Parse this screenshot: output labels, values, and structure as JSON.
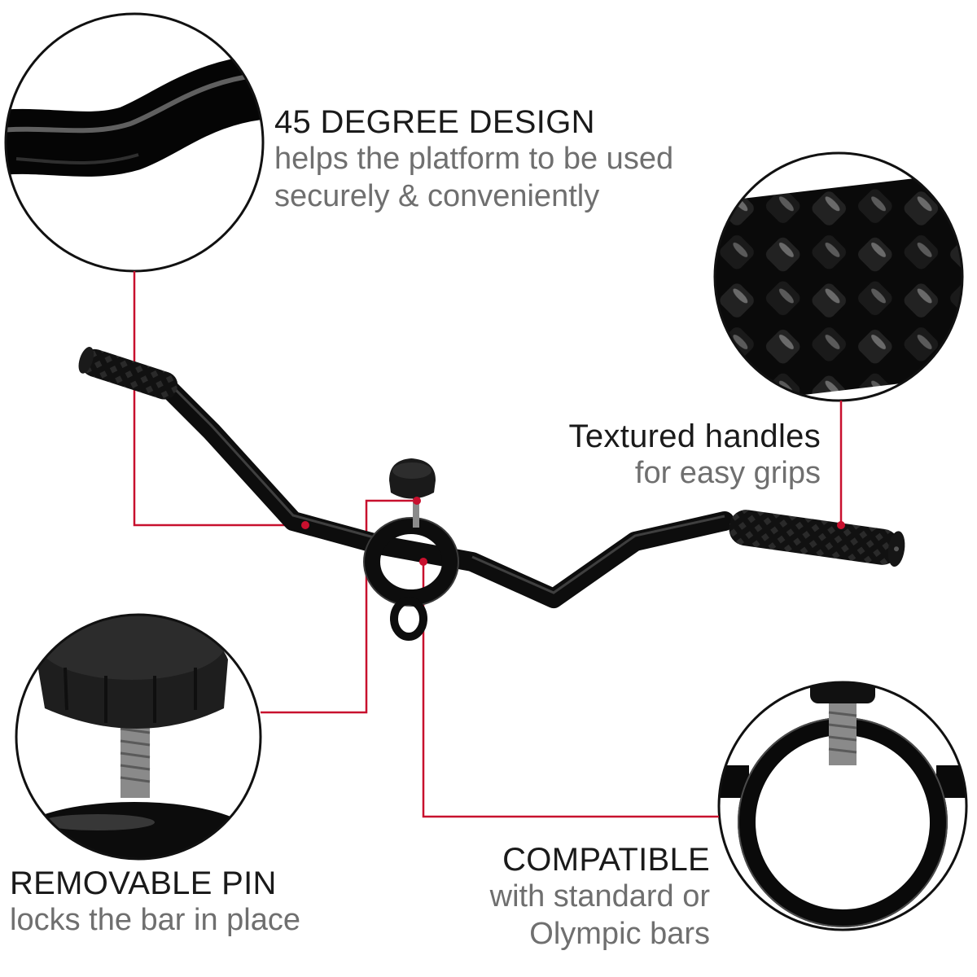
{
  "colors": {
    "accent": "#c8102e",
    "bar": "#0d0d0d",
    "title": "#1a1a1a",
    "description": "#6f6f6f",
    "background": "#ffffff"
  },
  "features": {
    "degree": {
      "title": "45 DEGREE DESIGN",
      "line1": "helps the platform to be used",
      "line2": "securely & conveniently"
    },
    "handles": {
      "title": "Textured handles",
      "line1": "for easy grips"
    },
    "pin": {
      "title": "REMOVABLE PIN",
      "line1": "locks the bar in place"
    },
    "compatible": {
      "title": "COMPATIBLE",
      "line1": "with standard or",
      "line2": "Olympic bars"
    }
  }
}
